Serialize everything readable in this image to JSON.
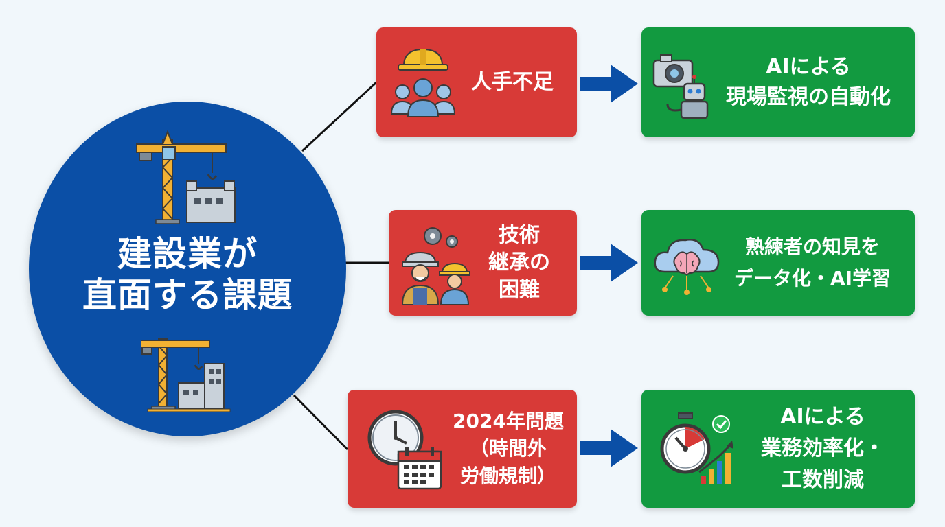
{
  "hub": {
    "title": "建設業が\n直面する課題",
    "top_icon": "tower-crane-building-icon",
    "bottom_icon": "crane-construction-site-icon"
  },
  "challenges": [
    {
      "label": "人手不足",
      "icon": "workers-hardhat-icon"
    },
    {
      "label": "技術\n継承の\n困難",
      "icon": "veteran-and-young-worker-gears-icon"
    },
    {
      "label": "2024年問題\n（時間外\n労働規制）",
      "icon": "clock-calendar-icon"
    }
  ],
  "solutions": [
    {
      "label": "AIによる\n現場監視の自動化",
      "icon": "camera-robot-icon"
    },
    {
      "label": "熟練者の知見を\nデータ化・AI学習",
      "icon": "cloud-brain-icon"
    },
    {
      "label": "AIによる\n業務効率化・\n工数削減",
      "icon": "stopwatch-growth-chart-icon"
    }
  ],
  "colors": {
    "background": "#f1f7fb",
    "hub": "#0b4fa6",
    "challenge": "#d83a37",
    "solution": "#129a40",
    "arrow": "#0b4fa6",
    "connector": "#111111"
  }
}
